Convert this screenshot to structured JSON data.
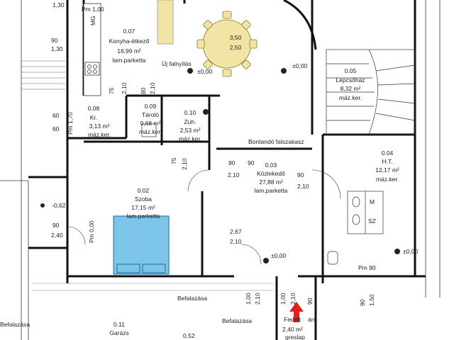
{
  "rooms": [
    {
      "id": "0.07",
      "name": "Konyha-étkező",
      "area": "16,99 m²",
      "floor": "lam.parketta"
    },
    {
      "id": "0.05",
      "name": "Lépcsőház",
      "area": "8,32 m²",
      "floor": "máz.ker."
    },
    {
      "id": "0.08",
      "name": "Kr.",
      "area": "3,13 m²",
      "floor": "máz.ker."
    },
    {
      "id": "0.09",
      "name": "Tároló",
      "area": "0,68 m²",
      "floor": "máz.ker."
    },
    {
      "id": "0.10",
      "name": "Zuh.",
      "area": "2,53 m²",
      "floor": "máz.ker."
    },
    {
      "id": "0.02",
      "name": "Szoba",
      "area": "17,15 m²",
      "floor": "lam.parketta"
    },
    {
      "id": "0.03",
      "name": "Közlekedő",
      "area": "27,88 m²",
      "floor": "lam.parketta"
    },
    {
      "id": "0.04",
      "name": "H.T.",
      "area": "12,17 m²",
      "floor": "máz.ker."
    },
    {
      "id": "0.11",
      "name": "Garázs",
      "area": "",
      "floor": ""
    }
  ],
  "notes": {
    "new_wall": "Új falnyílás",
    "demolish": "Bontandó falszakasz",
    "infill_1": "Befalazása",
    "infill_2": "Befalazása",
    "infill_3": "Befalazása",
    "table_dims_1": "3,50",
    "table_dims_2": "2,50",
    "pm_top": "Pm 1,00",
    "pm_mid": "Pm 1,70",
    "pm_low": "Pm 0,00",
    "pm_right": "Pm 90",
    "level_1": "±0,00",
    "level_2": "±0,00",
    "level_3": "±0,00",
    "level_4": "±0,00",
    "level_5": "-0,62",
    "bottom_frag_1": "0,52",
    "bottom_frag_2": "Fedett",
    "bottom_frag_3": "áró",
    "bottom_frag_4": "2,40 m²",
    "bottom_frag_5": "greslap",
    "m_label": "M",
    "sz_label": "SZ",
    "mg_label": "MG"
  },
  "dimensions": [
    "1,30",
    "90",
    "1,30",
    "60",
    "60",
    "75",
    "2,10",
    "80",
    "2,10",
    "75",
    "2,10",
    "90",
    "2,10",
    "90",
    "2,10",
    "2,67",
    "2,10",
    "90",
    "2,40",
    "1,00",
    "2,10",
    "90",
    "1,50",
    "1,00",
    "2,10",
    "90",
    "2,10"
  ]
}
